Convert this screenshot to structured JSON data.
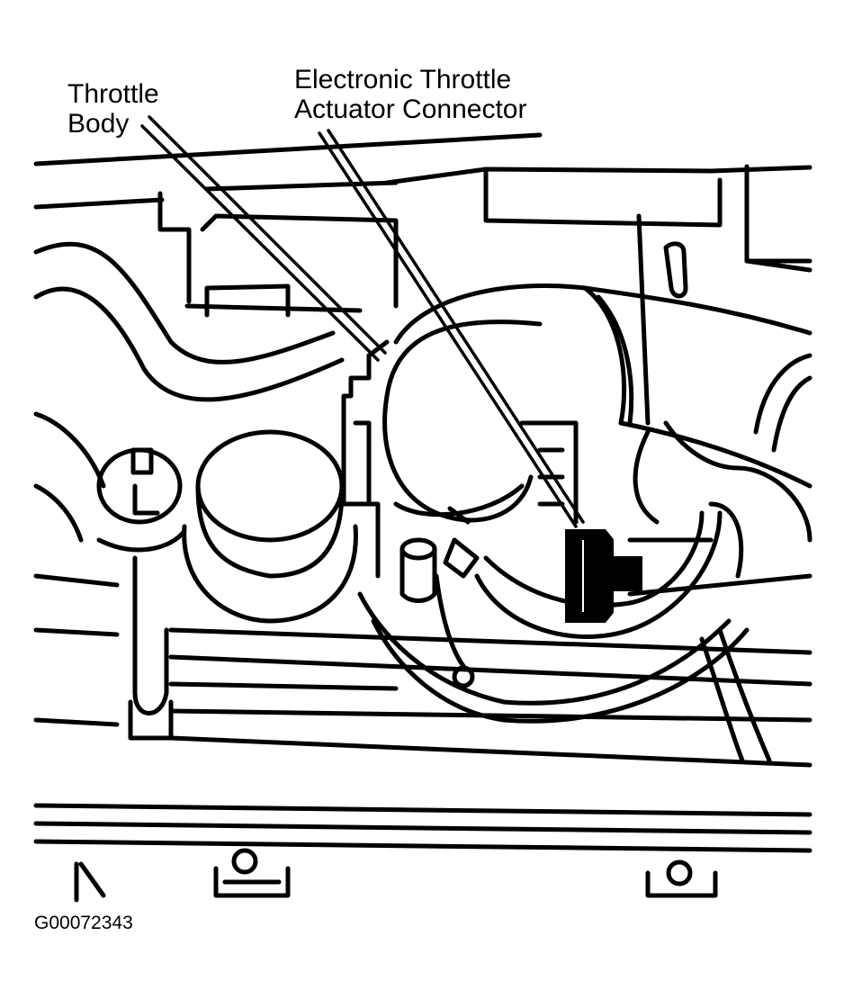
{
  "labels": {
    "throttle_body": {
      "line1": "Throttle",
      "line2": "Body"
    },
    "etc_connector": {
      "line1": "Electronic Throttle",
      "line2": "Actuator Connector"
    }
  },
  "figure_id": "G00072343",
  "colors": {
    "ink": "#000000",
    "paper": "#ffffff"
  }
}
